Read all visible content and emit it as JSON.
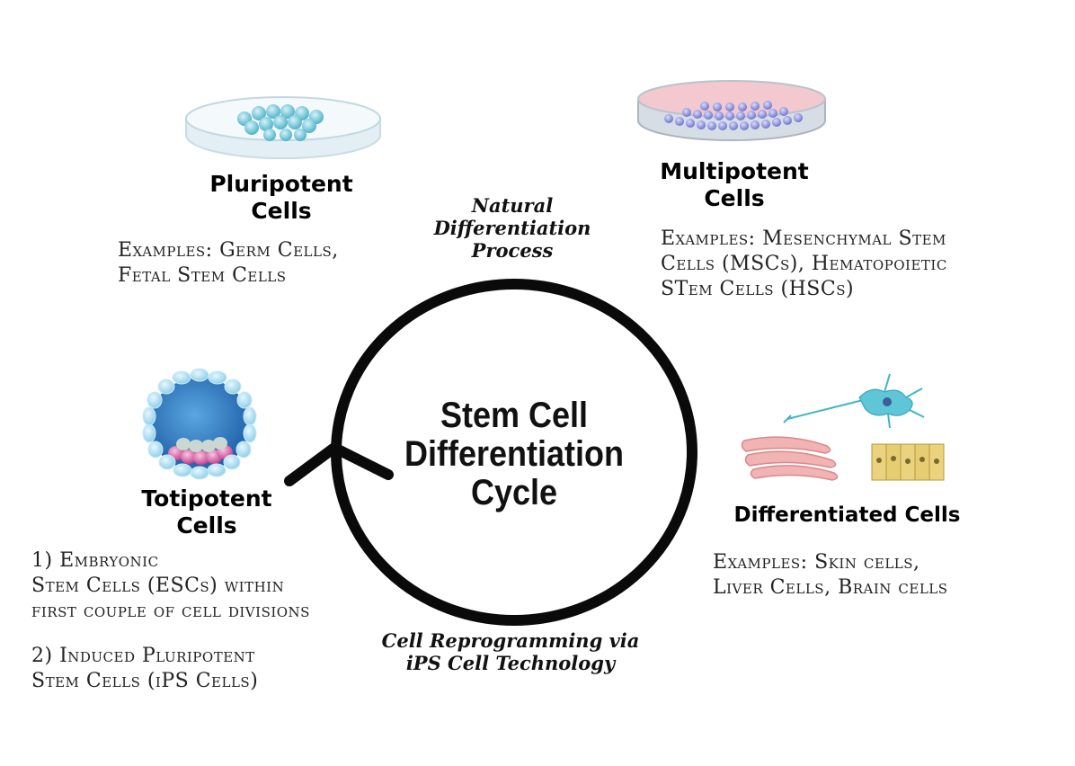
{
  "center": {
    "title_lines": [
      "Stem Cell",
      "Differentiation",
      "Cycle"
    ]
  },
  "pluripotent": {
    "heading_lines": [
      "Pluripotent",
      "Cells"
    ],
    "example_lines": [
      "Examples: Germ Cells,",
      "Fetal Stem Cells"
    ]
  },
  "multipotent": {
    "heading_lines": [
      "Multipotent",
      "Cells"
    ],
    "example_lines": [
      "Examples: Mesenchymal Stem",
      "Cells (MSCs), Hematopoietic",
      "STem Cells (HSCs)"
    ]
  },
  "totipotent": {
    "heading_lines": [
      "Totipotent",
      "Cells"
    ],
    "example1_lines": [
      "1) Embryonic",
      "Stem Cells (ESCs) within",
      "first couple of cell divisions"
    ],
    "example2_lines": [
      "2) Induced Pluripotent",
      "Stem Cells (iPS Cells)"
    ]
  },
  "differentiated": {
    "heading": "Differentiated Cells",
    "example_lines": [
      "Examples: Skin cells,",
      "Liver Cells, Brain cells"
    ]
  },
  "natural_process_lines": [
    "Natural",
    "Differentiation",
    "Process"
  ],
  "reprogramming_lines": [
    "Cell Reprogramming via",
    "iPS Cell Technology"
  ],
  "colors": {
    "cycle_stroke": "#0a0a0a",
    "dish_glass": "#dbe9ef",
    "pluripotent_cell": "#4fb3c9",
    "multipotent_cell": "#7f86d6",
    "multipotent_medium": "#f3c9cf",
    "blastocyst_outer": "#8fd0ea",
    "blastocyst_inner": "#2f7fc0",
    "inner_mass": "#d75aa0",
    "muscle": "#e9a0a0",
    "skin_cell": "#e9d27a",
    "neuron": "#3fb5c9"
  }
}
